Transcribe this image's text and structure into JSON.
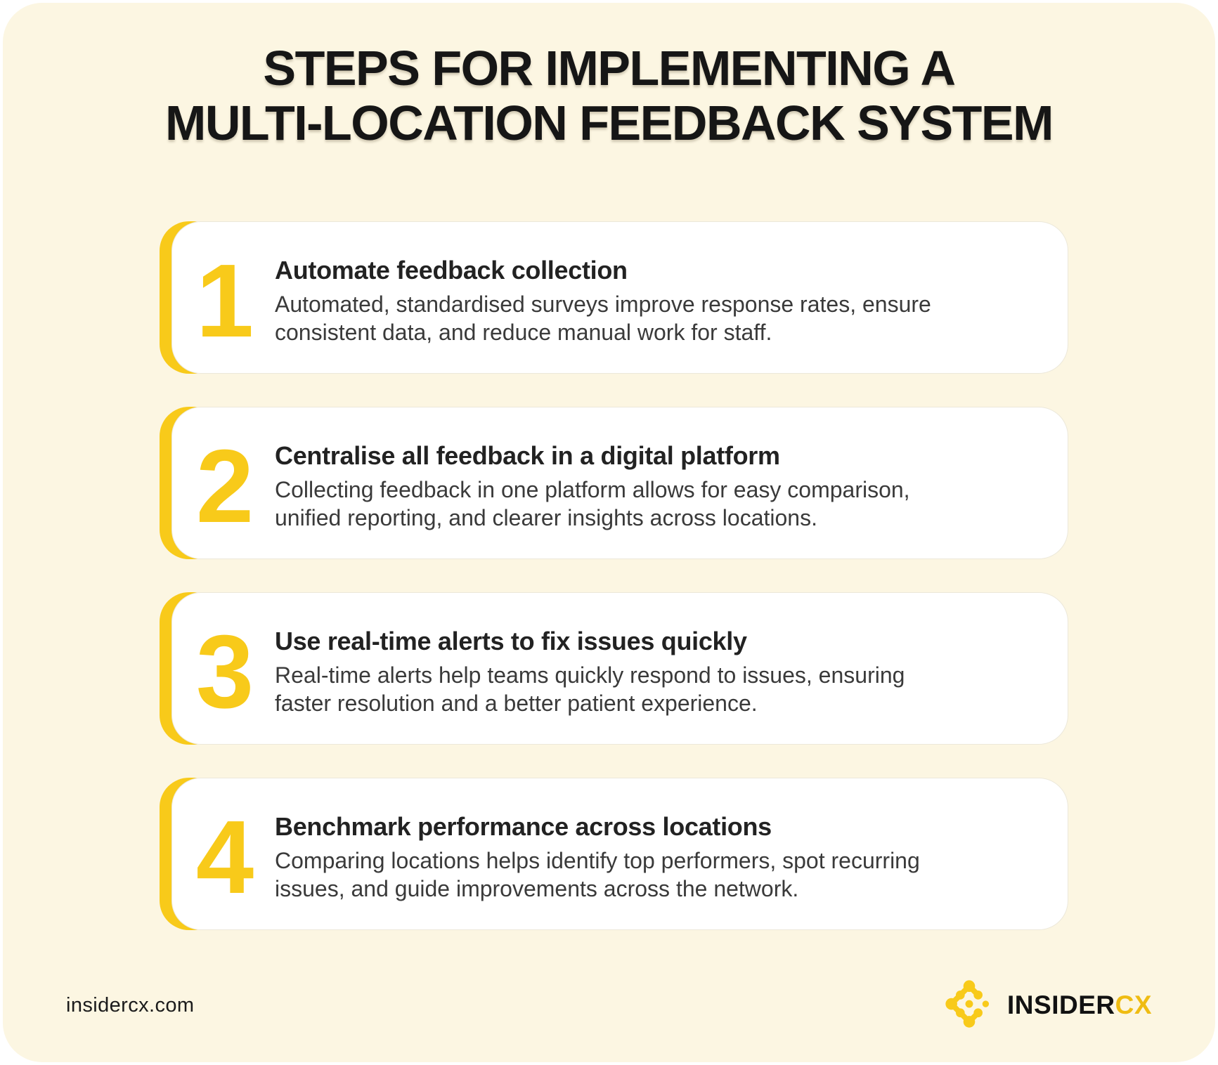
{
  "page": {
    "title_line1": "STEPS FOR IMPLEMENTING A",
    "title_line2": "MULTI-LOCATION FEEDBACK SYSTEM"
  },
  "steps": [
    {
      "number": "1",
      "title": "Automate feedback collection",
      "description": "Automated, standardised surveys improve response rates, ensure\nconsistent data, and reduce manual work for staff."
    },
    {
      "number": "2",
      "title": "Centralise all feedback in a digital platform",
      "description": "Collecting feedback in one platform allows for easy comparison,\nunified reporting, and clearer insights across locations."
    },
    {
      "number": "3",
      "title": "Use real-time alerts to fix issues quickly",
      "description": "Real-time alerts help teams quickly respond to issues, ensuring\nfaster resolution and a better patient experience."
    },
    {
      "number": "4",
      "title": "Benchmark performance across locations",
      "description": "Comparing locations helps identify top performers, spot recurring\nissues, and guide improvements across the network."
    }
  ],
  "footer": {
    "website": "insidercx.com",
    "brand_name_dark": "INSIDER",
    "brand_name_accent": "CX",
    "logo_icon": "dot-diamond-icon"
  },
  "colors": {
    "accent_yellow": "#F8CA1A",
    "background_cream": "#FCF6E2",
    "card_white": "#FFFFFF",
    "title_black": "#161616",
    "body_text": "#3A3A3A",
    "logo_accent_yellow": "#EFBC12"
  }
}
